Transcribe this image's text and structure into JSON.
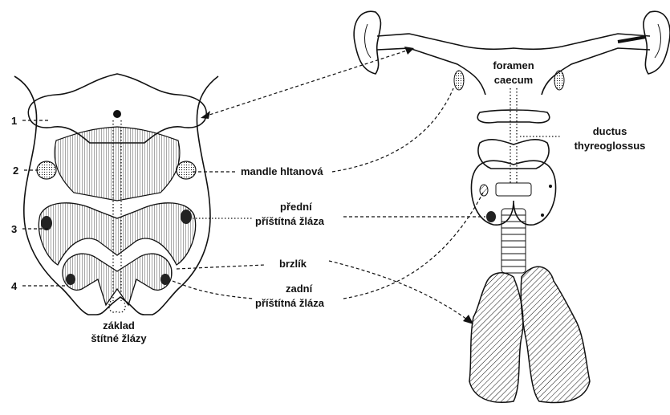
{
  "left_labels": {
    "n1": "1",
    "n2": "2",
    "n3": "3",
    "n4": "4",
    "zaklad_line1": "základ",
    "zaklad_line2": "štítné žlázy"
  },
  "center_labels": {
    "mandle": "mandle hltanová",
    "predni_line1": "přední",
    "predni_line2": "příštítná žláza",
    "brzlik": "brzlík",
    "zadni_line1": "zadní",
    "zadni_line2": "příštítná žláza"
  },
  "right_labels": {
    "foramen_line1": "foramen",
    "foramen_line2": "caecum",
    "ductus_line1": "ductus",
    "ductus_line2": "thyreoglossus"
  }
}
